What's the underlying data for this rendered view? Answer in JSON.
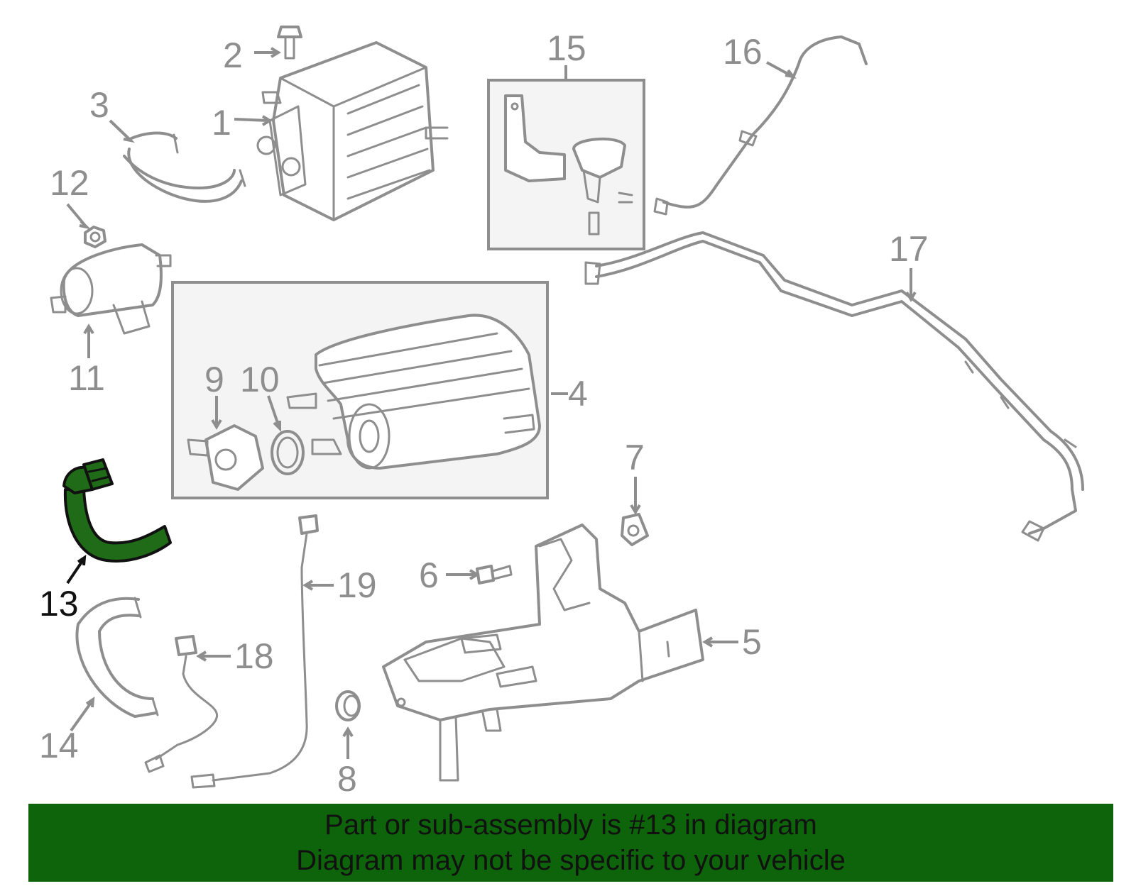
{
  "diagram": {
    "highlight_color": "#1f6b17",
    "callouts": [
      {
        "id": "1",
        "label": "1"
      },
      {
        "id": "2",
        "label": "2"
      },
      {
        "id": "3",
        "label": "3"
      },
      {
        "id": "4",
        "label": "4"
      },
      {
        "id": "5",
        "label": "5"
      },
      {
        "id": "6",
        "label": "6"
      },
      {
        "id": "7",
        "label": "7"
      },
      {
        "id": "8",
        "label": "8"
      },
      {
        "id": "9",
        "label": "9"
      },
      {
        "id": "10",
        "label": "10"
      },
      {
        "id": "11",
        "label": "11"
      },
      {
        "id": "12",
        "label": "12"
      },
      {
        "id": "13",
        "label": "13",
        "highlighted": true
      },
      {
        "id": "14",
        "label": "14"
      },
      {
        "id": "15",
        "label": "15"
      },
      {
        "id": "16",
        "label": "16"
      },
      {
        "id": "17",
        "label": "17"
      },
      {
        "id": "18",
        "label": "18"
      },
      {
        "id": "19",
        "label": "19"
      }
    ]
  },
  "banner": {
    "background": "#0e640a",
    "line1": "Part or sub-assembly is #13 in diagram",
    "line2": "Diagram may not be specific to your vehicle"
  }
}
